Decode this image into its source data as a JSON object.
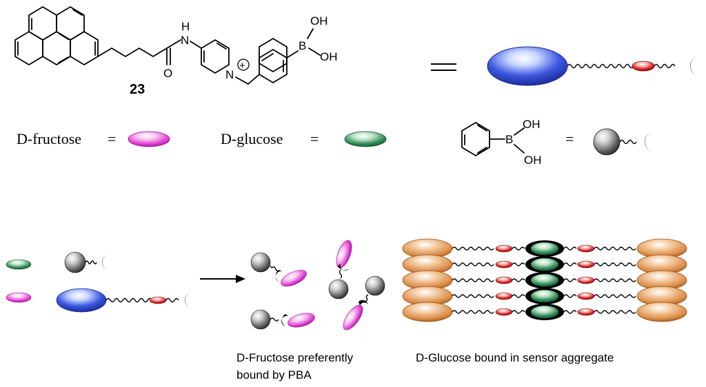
{
  "compound": {
    "number": "23",
    "boron_label": "B",
    "hydroxyl_label": "OH",
    "amide_nh": "H",
    "amide_n": "N",
    "carbonyl_o": "O",
    "pyridinium_n": "N",
    "charge_symbol": "+"
  },
  "equals_symbol": "=",
  "legend": {
    "fructose_label": "D-fructose",
    "glucose_label": "D-glucose",
    "equals": "="
  },
  "pba": {
    "boron_label": "B",
    "hydroxyl_label": "OH"
  },
  "captions": {
    "fructose_caption_line1": "D-Fructose preferently",
    "fructose_caption_line2": "bound by PBA",
    "glucose_caption": "D-Glucose bound in sensor aggregate"
  },
  "colors": {
    "pyrene_blue": "#2b3fc9",
    "fructose_magenta": "#e23fd6",
    "glucose_green": "#2f8a55",
    "linker_red": "#d21c1c",
    "pba_gray": "#666666",
    "aggregate_orange": "#d98a43"
  }
}
